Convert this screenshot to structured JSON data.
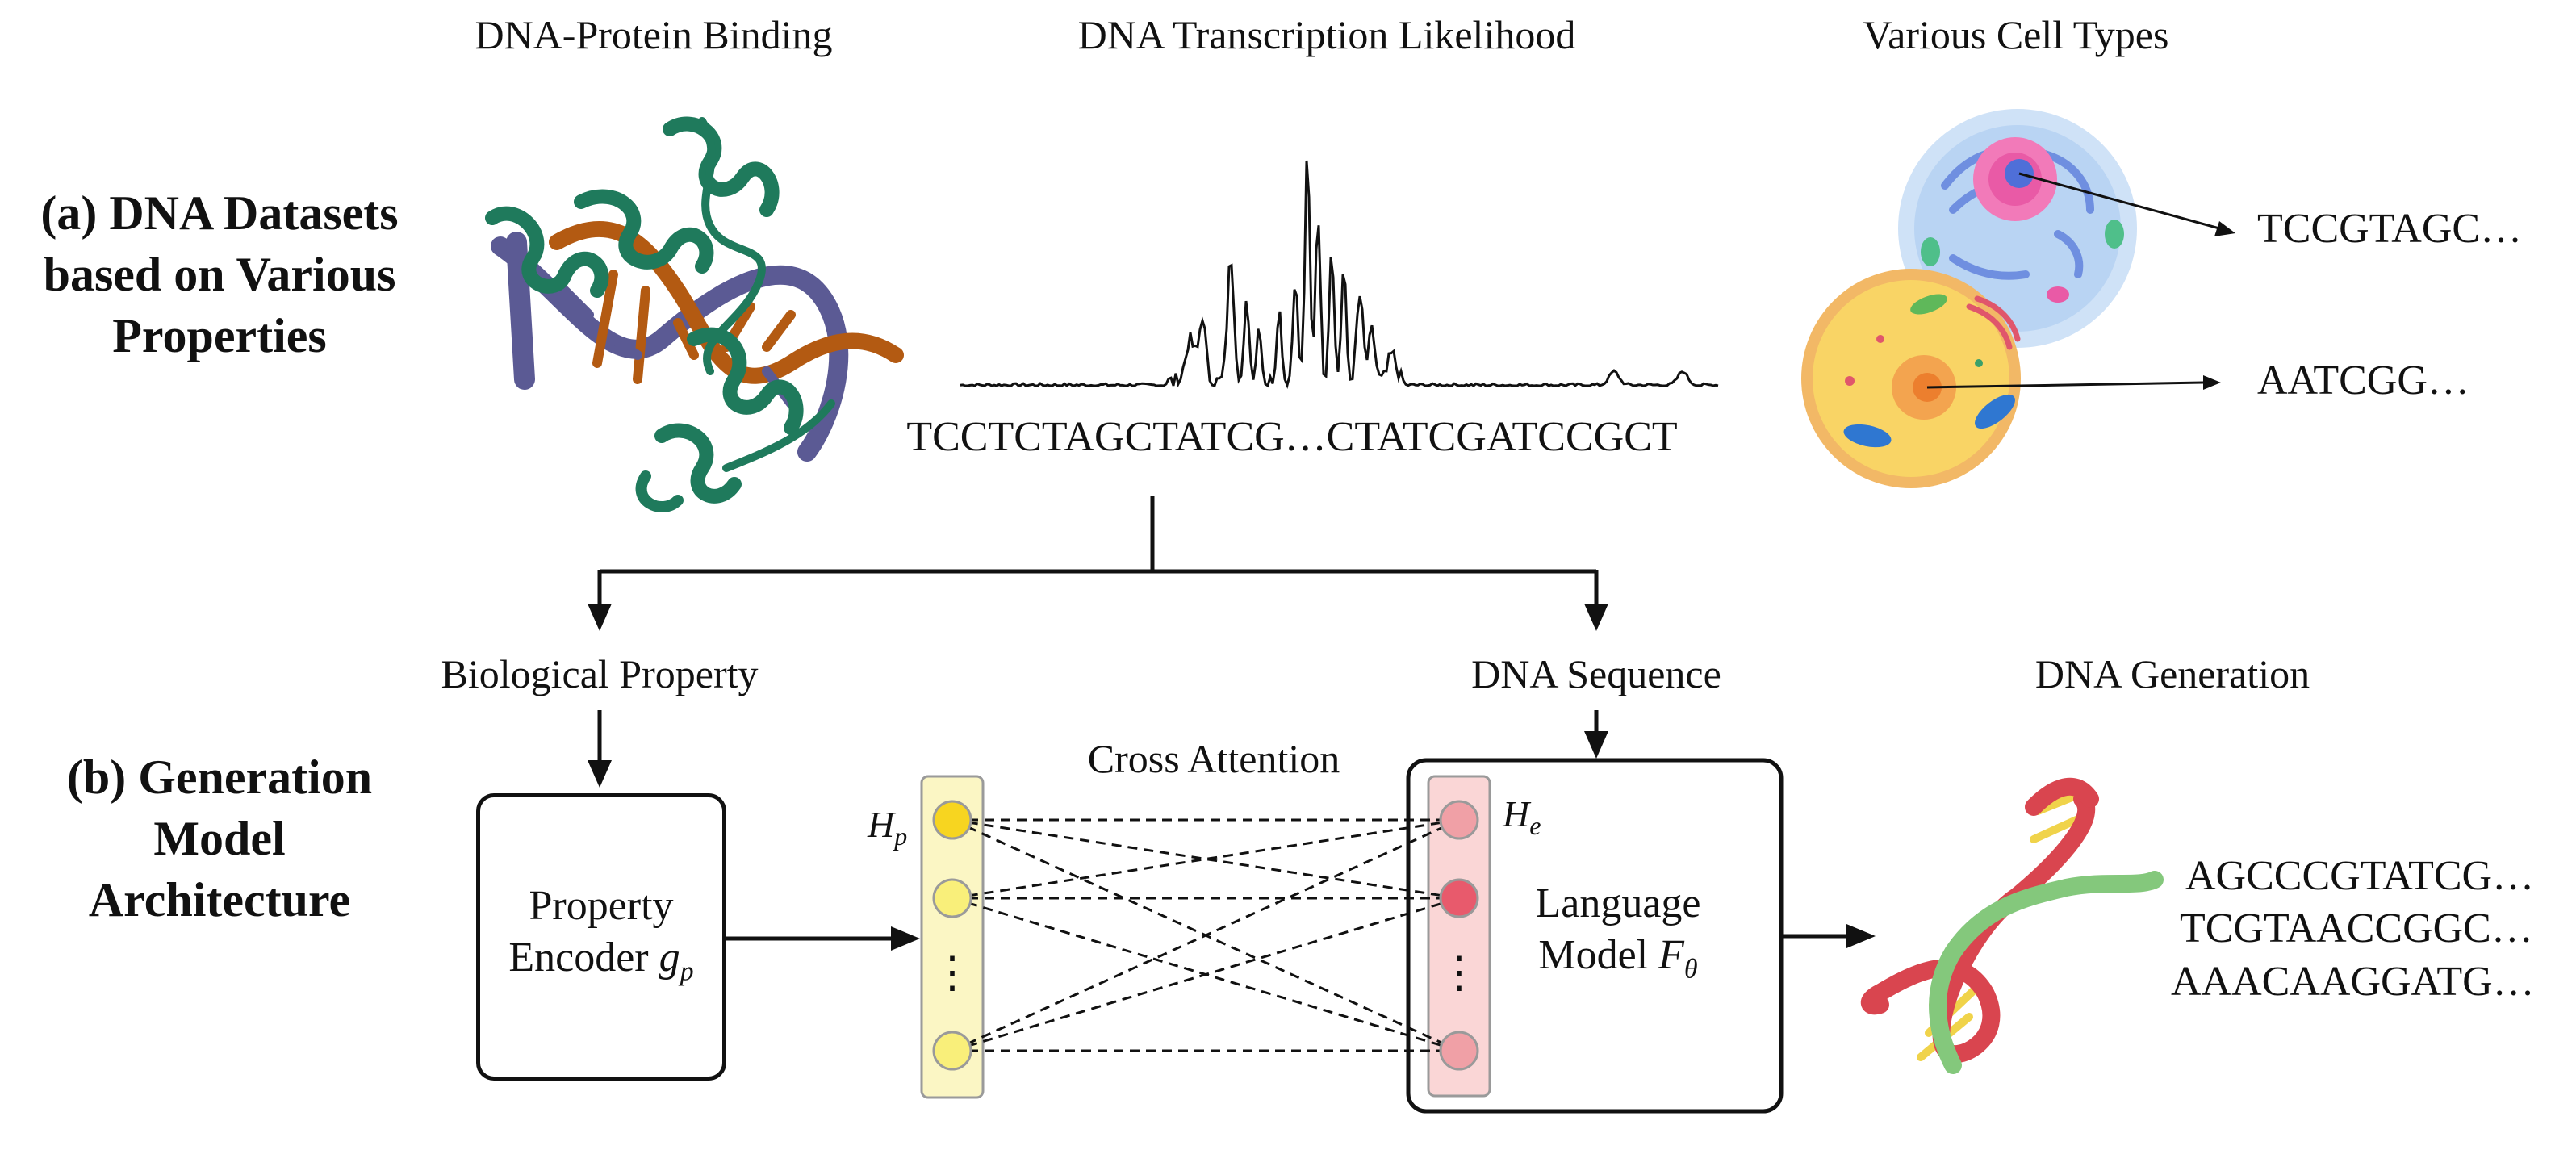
{
  "section_a": {
    "lines": [
      "(a) DNA Datasets",
      "based on Various",
      "Properties"
    ]
  },
  "section_b": {
    "lines": [
      "(b) Generation",
      "Model",
      "Architecture"
    ]
  },
  "headers": {
    "binding": "DNA-Protein Binding",
    "transcription": "DNA Transcription Likelihood",
    "cells": "Various Cell Types"
  },
  "sequences": {
    "transcription_seq": "TCCTCTAGCTATCG…CTATCGATCCGCT",
    "cell_seq_1": "TCCGTAGC…",
    "cell_seq_2": "AATCGG…"
  },
  "architecture": {
    "bio_property": "Biological Property",
    "dna_sequence": "DNA Sequence",
    "dna_generation": "DNA Generation",
    "cross_attention": "Cross Attention",
    "encoder_line1": "Property",
    "encoder_line2": "Encoder",
    "encoder_symbol": "g",
    "encoder_symbol_sub": "p",
    "lm_line1": "Language",
    "lm_line2": "Model",
    "lm_symbol": "F",
    "lm_symbol_sub": "θ",
    "hp_symbol": "H",
    "hp_sub": "p",
    "he_symbol": "H",
    "he_sub": "e",
    "vdots": "⋮"
  },
  "generated": [
    "AGCCCGTATCG…",
    "TCGTAACCGGC…",
    "AAACAAGGATG…"
  ],
  "colors": {
    "protein_green": "#1f7a5c",
    "dna_purple": "#5b5a94",
    "dna_orange": "#b35a12",
    "hp_column": "#fbf6c4",
    "hp_node": "#f7d520",
    "hp_node_light": "#f9ef7a",
    "he_column": "#fad6d6",
    "he_node": "#f0a0a6",
    "he_node_strong": "#e85a6c",
    "helix_red": "#d9454f",
    "helix_green": "#84c87c",
    "helix_yellow": "#f0d34a"
  }
}
